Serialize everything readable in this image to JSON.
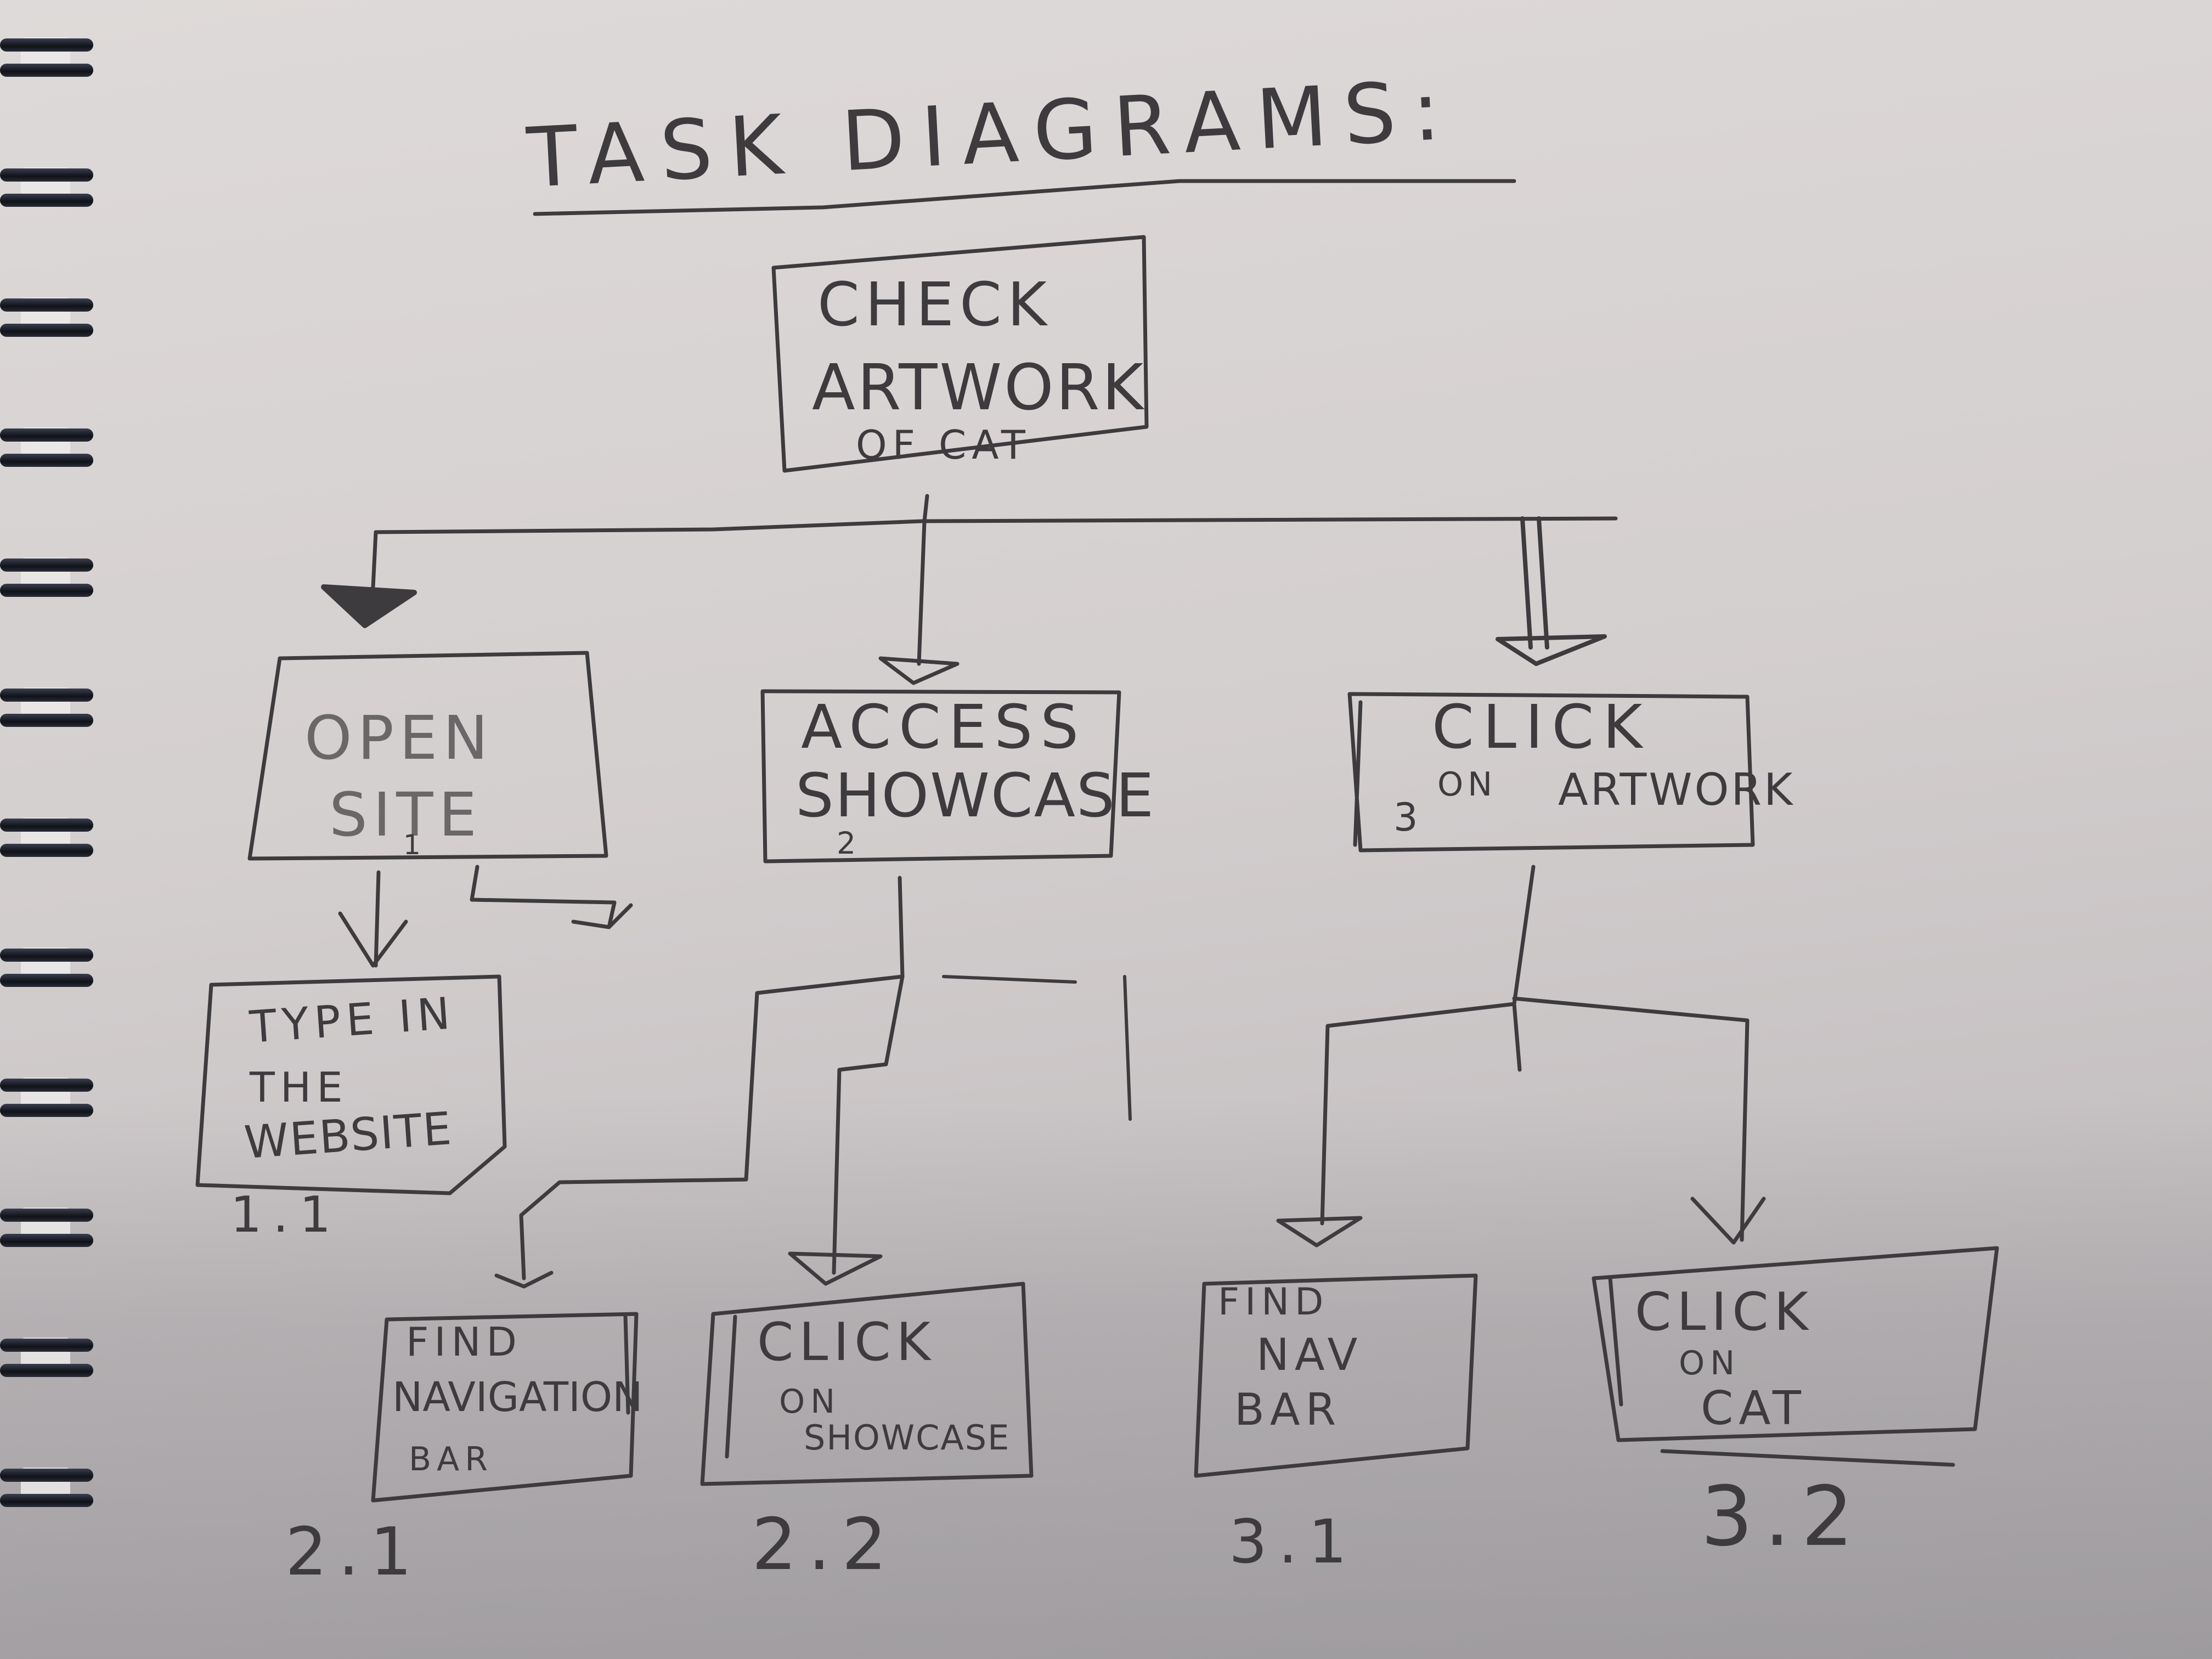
{
  "title": "TASK DIAGRAMS:",
  "root": {
    "lines": [
      "CHECK",
      "ARTWORK",
      "OF CAT"
    ]
  },
  "tasks": [
    {
      "lines": [
        "OPEN",
        "SITE"
      ],
      "number": "1"
    },
    {
      "lines": [
        "ACCESS",
        "SHOWCASE"
      ],
      "number": "2"
    },
    {
      "lines": [
        "CLICK",
        "ON",
        "ARTWORK"
      ],
      "number": "3"
    }
  ],
  "subtasks": [
    {
      "lines": [
        "TYPE IN",
        "THE",
        "WEBSITE"
      ],
      "number": "1.1"
    },
    {
      "lines": [
        "FIND",
        "NAVIGATION",
        "BAR"
      ],
      "number": "2.1"
    },
    {
      "lines": [
        "CLICK",
        "ON",
        "SHOWCASE"
      ],
      "number": "2.2"
    },
    {
      "lines": [
        "FIND",
        "NAV",
        "BAR"
      ],
      "number": "3.1"
    },
    {
      "lines": [
        "CLICK",
        "ON",
        "CAT"
      ],
      "number": "3.2"
    }
  ],
  "colors": {
    "pencil": "#3d3b3e",
    "paper": "#dedad9",
    "binding": "#14161d"
  },
  "icons": [
    "spiral-binding"
  ]
}
